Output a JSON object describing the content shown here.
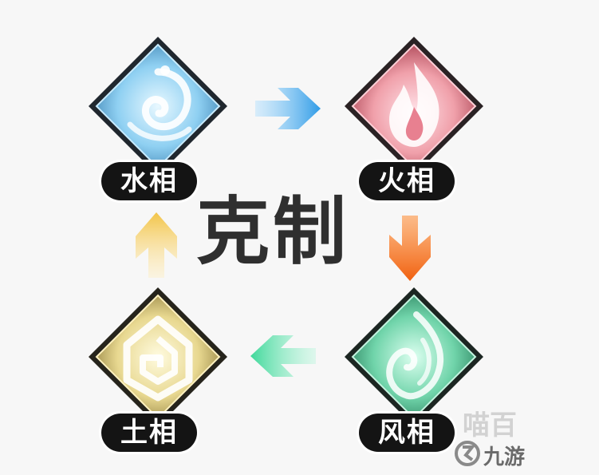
{
  "title": "克制",
  "elements": [
    {
      "id": "water",
      "label": "水相",
      "color": "#5fb8e8",
      "icon": "water-swirl-icon"
    },
    {
      "id": "fire",
      "label": "火相",
      "color": "#e87080",
      "icon": "flame-icon"
    },
    {
      "id": "wind",
      "label": "风相",
      "color": "#3ec090",
      "icon": "wind-flame-icon"
    },
    {
      "id": "earth",
      "label": "土相",
      "color": "#d8c070",
      "icon": "earth-spiral-icon"
    }
  ],
  "arrows": [
    {
      "from": "水相",
      "to": "火相",
      "direction": "right",
      "color": "#4aaee8"
    },
    {
      "from": "火相",
      "to": "风相",
      "direction": "down",
      "color": "#f07820"
    },
    {
      "from": "风相",
      "to": "土相",
      "direction": "left",
      "color": "#50d8a0"
    },
    {
      "from": "土相",
      "to": "水相",
      "direction": "up",
      "color": "#f0c850"
    }
  ],
  "watermark": {
    "text1": "喵百",
    "text2": "九游"
  }
}
